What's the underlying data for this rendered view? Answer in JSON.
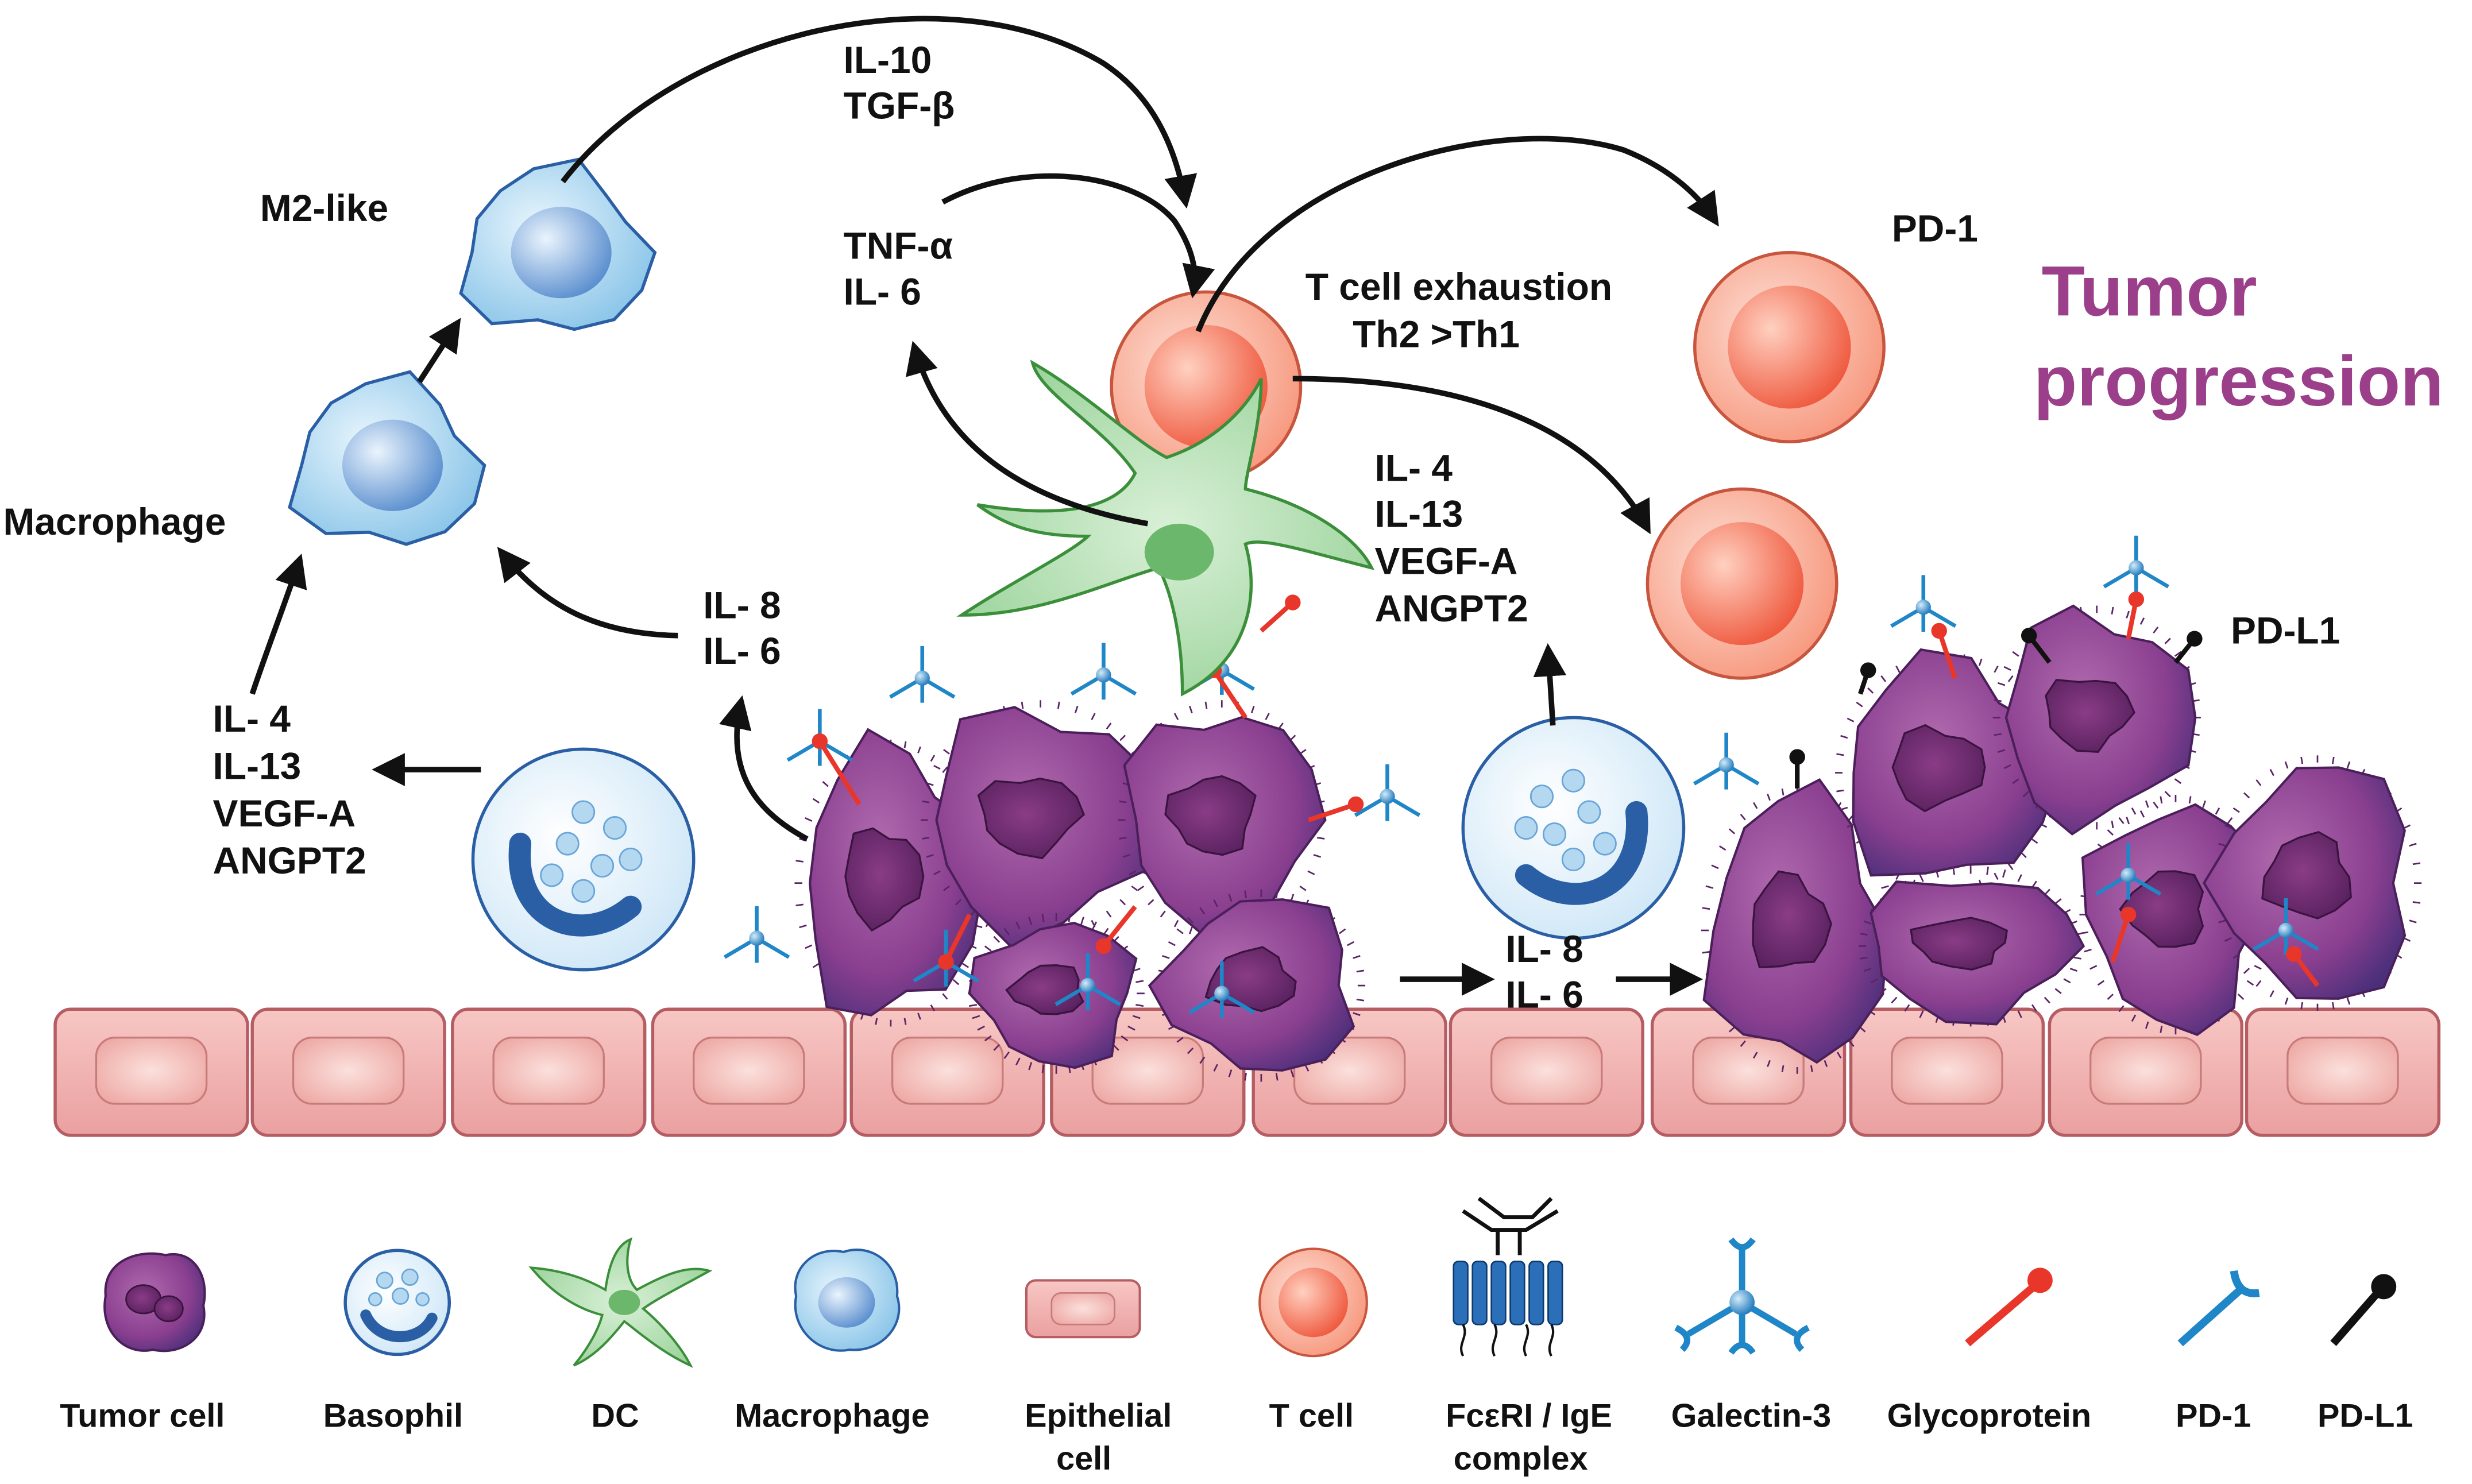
{
  "colors": {
    "tumor": "#8a3f8f",
    "tumor_dark": "#4b1f5a",
    "epithelial": "#f3b2b0",
    "epithelial_edge": "#b65d63",
    "tcell": "#f7987e",
    "macrophage": "#8cc6e9",
    "dc": "#a5d8a5",
    "basophil": "#dceffb",
    "glycoprotein": "#e8362a",
    "pd1": "#1f86c8",
    "pdl1": "#111111",
    "galectin": "#1f86c8",
    "title": "#9b3f8a"
  },
  "labels": {
    "m2_like": "M2-like",
    "macrophage": "Macrophage",
    "il10_tgfb": [
      "IL-10",
      "TGF-β"
    ],
    "tnfa_il6": [
      "TNF-α",
      "IL- 6"
    ],
    "exhaustion": [
      "T cell  exhaustion",
      "Th2 >Th1"
    ],
    "pd1": "PD-1",
    "pdl1": "PD-L1",
    "tumor_progression": [
      "Tumor",
      "progression"
    ],
    "il4_group_left": [
      "IL- 4",
      "IL-13",
      "VEGF-A",
      "ANGPT2"
    ],
    "il8_il6_left": [
      "IL- 8",
      "IL- 6"
    ],
    "il4_group_right": [
      "IL- 4",
      "IL-13",
      "VEGF-A",
      "ANGPT2"
    ],
    "il8_il6_right": [
      "IL- 8",
      "IL- 6"
    ]
  },
  "legend": [
    {
      "icon": "tumor-cell-icon",
      "label": [
        "Tumor  cell"
      ]
    },
    {
      "icon": "basophil-icon",
      "label": [
        "Basophil"
      ]
    },
    {
      "icon": "dc-icon",
      "label": [
        "DC"
      ]
    },
    {
      "icon": "macrophage-icon",
      "label": [
        "Macrophage"
      ]
    },
    {
      "icon": "epithelial-cell-icon",
      "label": [
        "Epithelial",
        "cell"
      ]
    },
    {
      "icon": "t-cell-icon",
      "label": [
        "T cell"
      ]
    },
    {
      "icon": "fceri-ige-icon",
      "label": [
        "FcεRI / IgE",
        "complex"
      ]
    },
    {
      "icon": "galectin-3-icon",
      "label": [
        "Galectin-3"
      ]
    },
    {
      "icon": "glycoprotein-icon",
      "label": [
        "Glycoprotein"
      ]
    },
    {
      "icon": "pd-1-icon",
      "label": [
        "PD-1"
      ]
    },
    {
      "icon": "pd-l1-icon",
      "label": [
        "PD-L1"
      ]
    }
  ]
}
